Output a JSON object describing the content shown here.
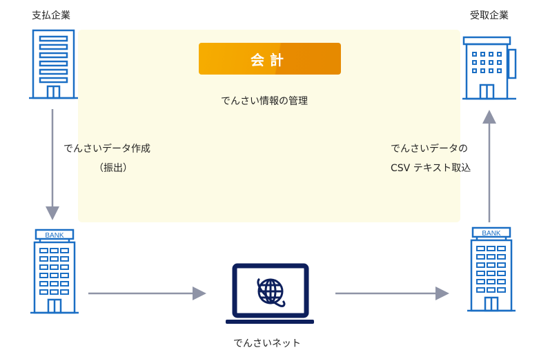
{
  "payer": {
    "label": "支払企業"
  },
  "receiver": {
    "label": "受取企業"
  },
  "accounting": {
    "label": "会計",
    "management": "でんさい情報の管理"
  },
  "left_step": {
    "line1": "でんさいデータ作成",
    "line2": "（振出）"
  },
  "right_step": {
    "line1": "でんさいデータの",
    "line2": "CSV テキスト取込"
  },
  "bank_left": {
    "sign": "BANK"
  },
  "bank_right": {
    "sign": "BANK"
  },
  "network": {
    "label": "でんさいネット"
  },
  "colors": {
    "icon_blue": "#1a6ec4",
    "arrow_gray": "#8e93a6",
    "laptop_navy": "#0d1f5c",
    "panel": "#fdfbe5",
    "accent": "#f2a000"
  }
}
